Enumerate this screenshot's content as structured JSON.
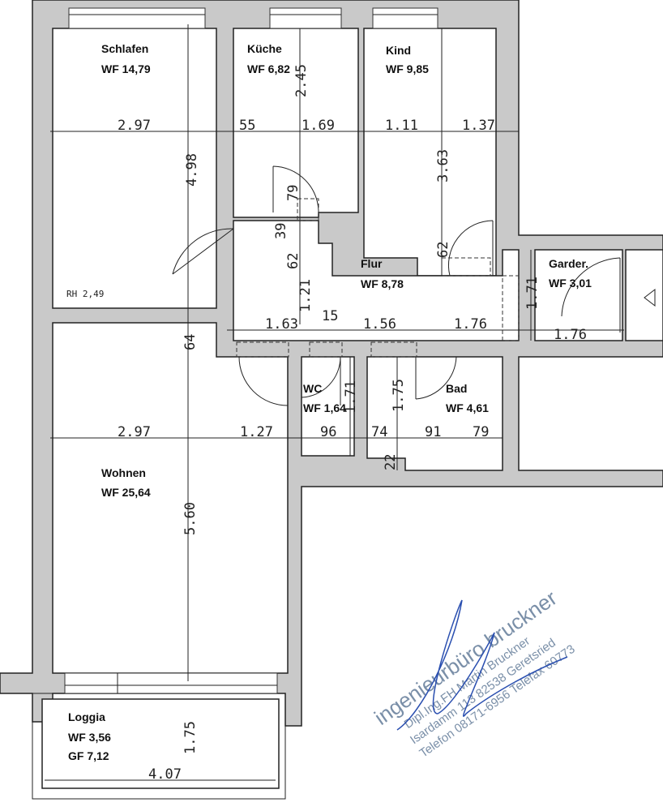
{
  "rooms": {
    "schlafen": {
      "name": "Schlafen",
      "area": "WF 14,79"
    },
    "kueche": {
      "name": "Küche",
      "area": "WF 6,82"
    },
    "kind": {
      "name": "Kind",
      "area": "WF 9,85"
    },
    "flur": {
      "name": "Flur",
      "area": "WF 8,78"
    },
    "garderobe": {
      "name": "Garder.",
      "area": "WF 3,01"
    },
    "wc": {
      "name": "WC",
      "area": "WF 1,64"
    },
    "bad": {
      "name": "Bad",
      "area": "WF 4,61"
    },
    "wohnen": {
      "name": "Wohnen",
      "area": "WF 25,64"
    },
    "loggia": {
      "name": "Loggia",
      "area": "WF 3,56",
      "area2": "GF 7,12"
    }
  },
  "room_height": "RH 2,49",
  "dims": [
    "2.97",
    "55",
    "1.69",
    "1.11",
    "1.37",
    "4.98",
    "2.45",
    "3.63",
    "79",
    "39",
    "62",
    "62",
    "1.21",
    "1.71",
    "1.63",
    "15",
    "1.56",
    "1.76",
    "1.76",
    "64",
    "1.71",
    "1.75",
    "2.97",
    "1.27",
    "96",
    "74",
    "91",
    "79",
    "22",
    "5.60",
    "1.75",
    "4.07"
  ],
  "stamp": {
    "line1": "ingenieurbüro bruckner",
    "line2": "Dipl.Ing.FH Martin Bruckner",
    "line3": "Isardamm 113   82538 Geretsried",
    "line4": "Telefon 08171-6956  Telefax 60773"
  },
  "colors": {
    "wall": "#c9c9c9",
    "stamp": "#7a8fa8",
    "signature": "#2a4fb0"
  }
}
